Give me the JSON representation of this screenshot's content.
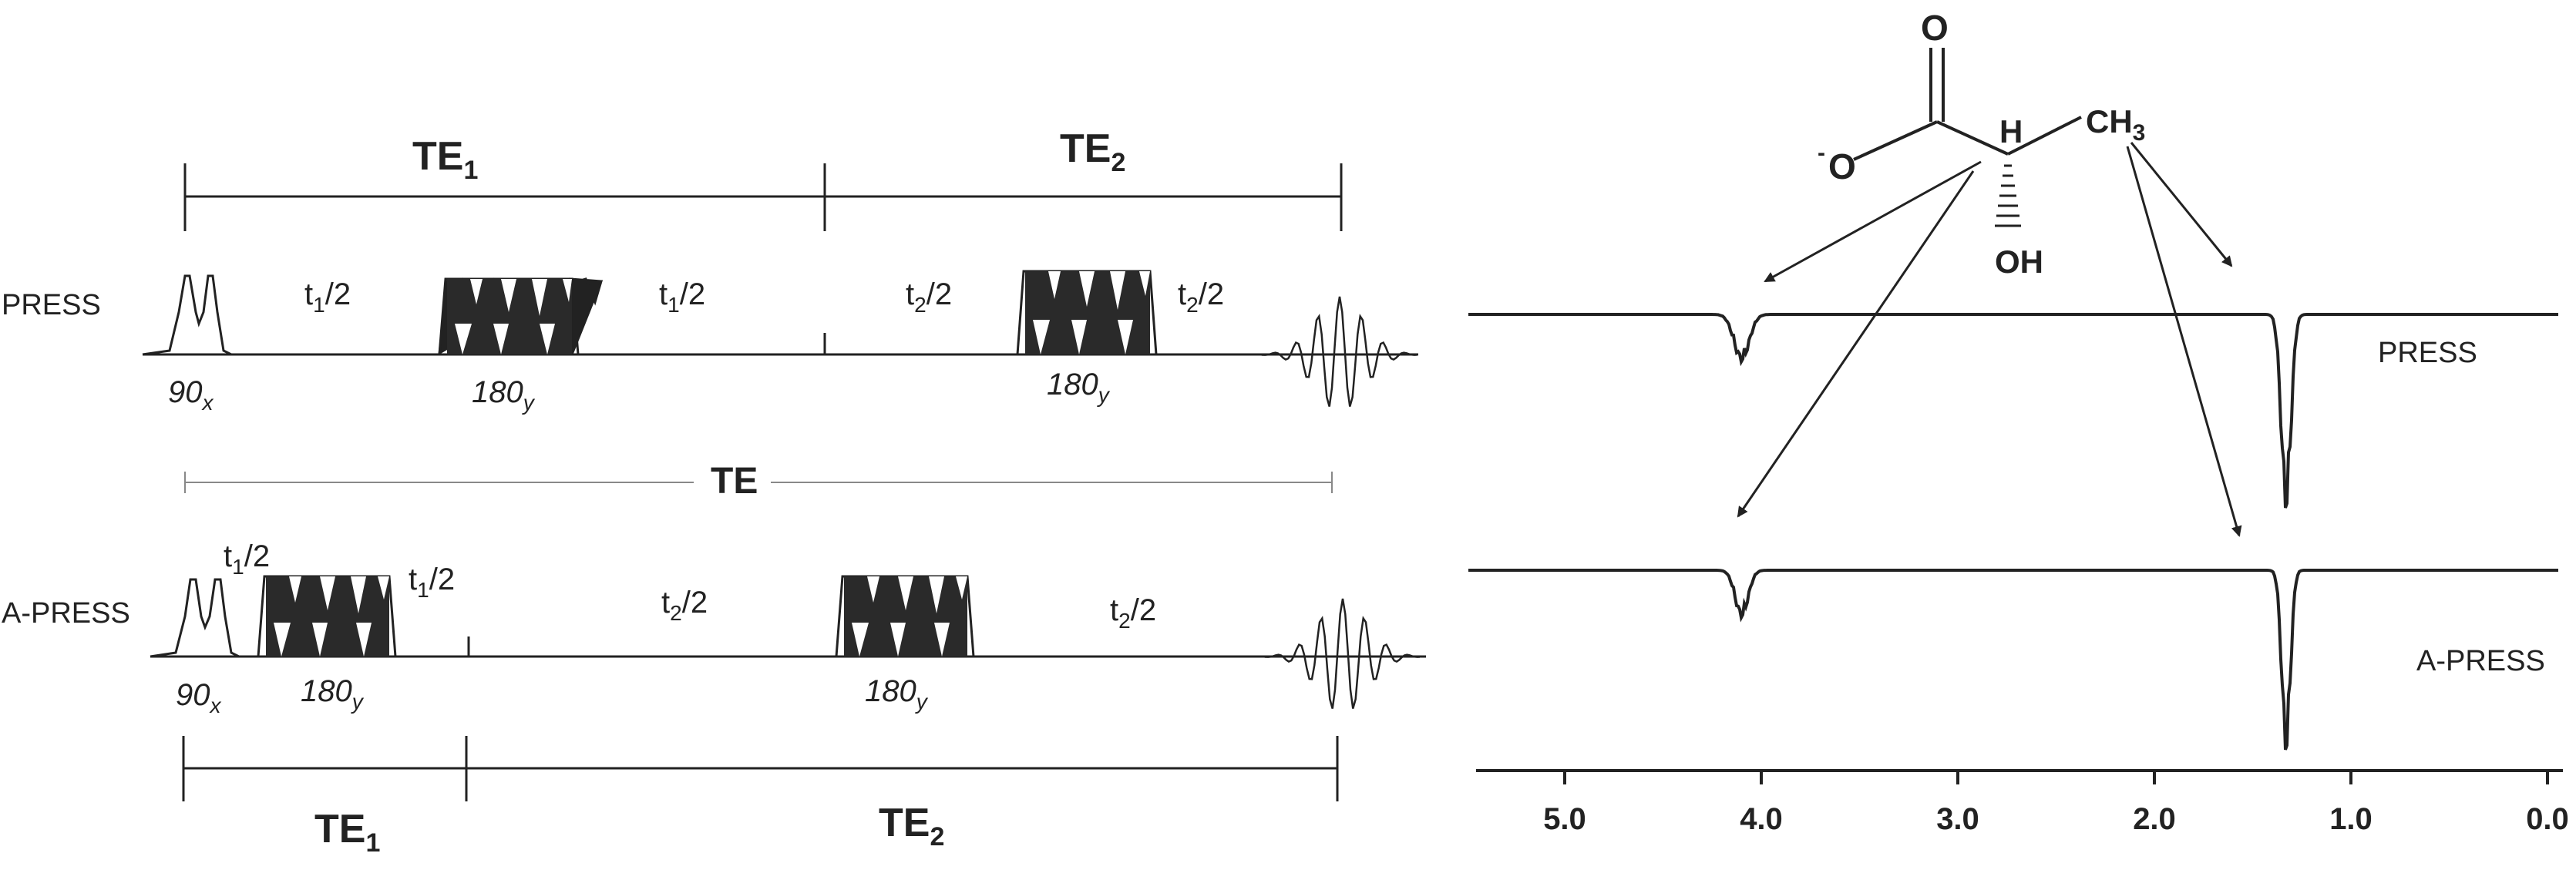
{
  "sequence_diagram": {
    "top": {
      "te1_label": "TE",
      "te1_sub": "1",
      "te2_label": "TE",
      "te2_sub": "2",
      "row_label": "PRESS",
      "intervals": [
        {
          "t": "t",
          "sub": "1",
          "rest": "/2"
        },
        {
          "t": "t",
          "sub": "1",
          "rest": "/2"
        },
        {
          "t": "t",
          "sub": "2",
          "rest": "/2"
        },
        {
          "t": "t",
          "sub": "2",
          "rest": "/2"
        }
      ],
      "pulses": [
        {
          "main": "90",
          "sub": "x"
        },
        {
          "main": "180",
          "sub": "y"
        },
        {
          "main": "180",
          "sub": "y"
        }
      ]
    },
    "te_label": "TE",
    "bottom": {
      "row_label": "A-PRESS",
      "intervals": [
        {
          "t": "t",
          "sub": "1",
          "rest": "/2"
        },
        {
          "t": "t",
          "sub": "1",
          "rest": "/2"
        },
        {
          "t": "t",
          "sub": "2",
          "rest": "/2"
        },
        {
          "t": "t",
          "sub": "2",
          "rest": "/2"
        }
      ],
      "pulses": [
        {
          "main": "90",
          "sub": "x"
        },
        {
          "main": "180",
          "sub": "y"
        },
        {
          "main": "180",
          "sub": "y"
        }
      ],
      "te1_label": "TE",
      "te1_sub": "1",
      "te2_label": "TE",
      "te2_sub": "2"
    }
  },
  "molecule": {
    "o_top": "O",
    "o_minus_charge": "-",
    "o_minus": "O",
    "h": "H",
    "ch3": "CH",
    "ch3_sub": "3",
    "oh": "OH"
  },
  "spectra": {
    "press_label": "PRESS",
    "apress_label": "A-PRESS",
    "axis_ticks": [
      "5.0",
      "4.0",
      "3.0",
      "2.0",
      "1.0",
      "0.0"
    ],
    "peaks_ppm": [
      4.1,
      1.33
    ]
  },
  "colors": {
    "ink": "#222222",
    "guide": "#888888"
  }
}
